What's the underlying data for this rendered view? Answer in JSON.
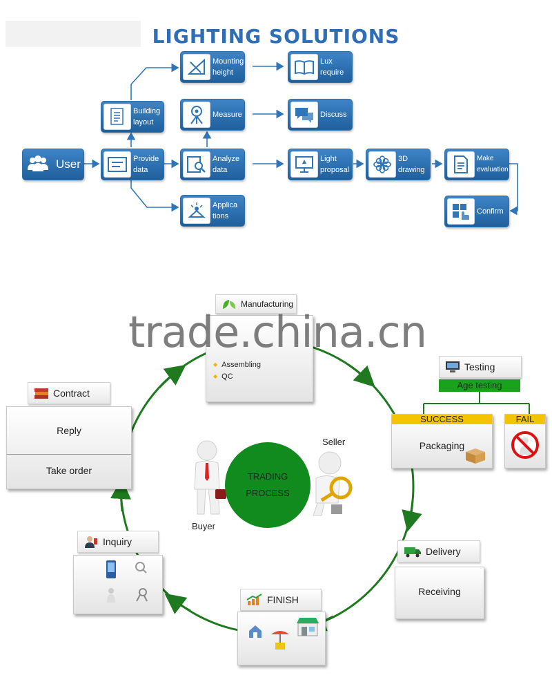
{
  "lighting": {
    "title": "LIGHTING SOLUTIONS",
    "nodes": {
      "user": "User",
      "building_layout": "Building\nlayout",
      "provide_data": "Provide\ndata",
      "mounting_height": "Mounting\nheight",
      "measure": "Measure",
      "analyze_data": "Analyze\ndata",
      "applications": "Applica\ntions",
      "lux_require": "Lux\nrequire",
      "discuss": "Discuss",
      "light_proposal": "Light\nproposal",
      "drawing_3d": "3D\ndrawing",
      "make_evaluation": "Make\nevaluation",
      "confirm": "Confirm"
    }
  },
  "trade": {
    "watermark": "trade.china.cn",
    "manufacturing": {
      "header": "Manufacturing",
      "items": [
        "Assembling",
        "QC"
      ]
    },
    "testing": {
      "header": "Testing",
      "sub": "Age testing",
      "success": "SUCCESS",
      "fail": "FAIL",
      "packaging": "Packaging"
    },
    "contract": {
      "header": "Contract",
      "reply": "Reply",
      "take_order": "Take order"
    },
    "center": {
      "line1": "TRADING",
      "line2": "PROCESS",
      "seller": "Seller",
      "buyer": "Buyer"
    },
    "inquiry": {
      "header": "Inquiry"
    },
    "delivery": {
      "header": "Delivery",
      "receiving": "Receiving"
    },
    "finish": {
      "header": "FINISH"
    },
    "colors": {
      "accent_green": "#1f7a1f",
      "circle_green": "#118b1d",
      "node_blue": "#2f76b9",
      "yellow": "#f5c400"
    }
  }
}
